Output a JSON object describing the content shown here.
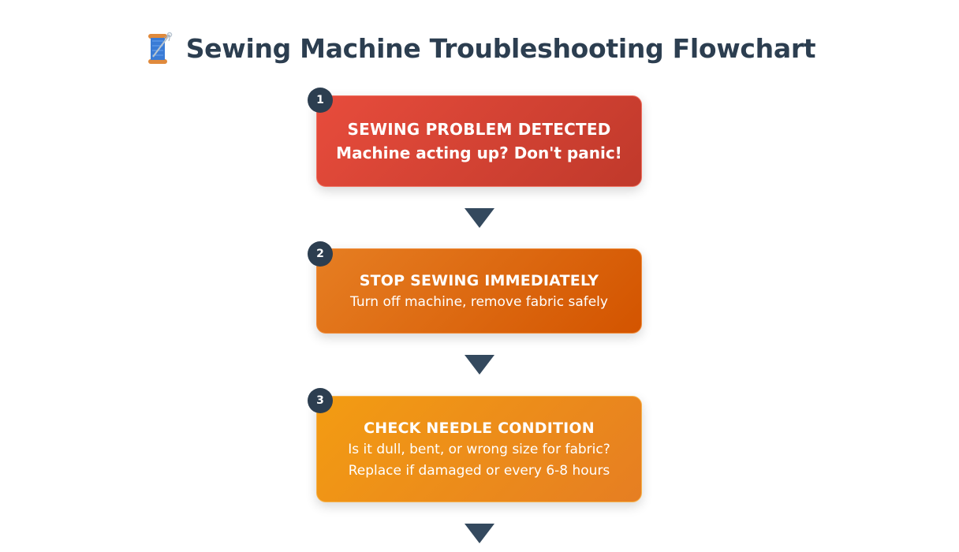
{
  "header": {
    "icon": "thread-spool-icon",
    "title": "Sewing Machine Troubleshooting Flowchart"
  },
  "steps": [
    {
      "number": "1",
      "heading": "SEWING PROBLEM DETECTED",
      "lines": [
        "Machine acting up? Don't panic!"
      ],
      "color_start": "#e74c3c",
      "color_end": "#c0392b"
    },
    {
      "number": "2",
      "heading": "STOP SEWING IMMEDIATELY",
      "lines": [
        "Turn off machine, remove fabric safely"
      ],
      "color_start": "#e67e22",
      "color_end": "#d35400"
    },
    {
      "number": "3",
      "heading": "CHECK NEEDLE CONDITION",
      "lines": [
        "Is it dull, bent, or wrong size for fabric?",
        "Replace if damaged or every 6-8 hours"
      ],
      "color_start": "#f39c12",
      "color_end": "#e67e22"
    }
  ],
  "connectors": {
    "icon": "down-arrow-icon",
    "color": "#34495e",
    "count": 3
  },
  "colors": {
    "title": "#2c3e50",
    "badge": "#2c3e50"
  }
}
